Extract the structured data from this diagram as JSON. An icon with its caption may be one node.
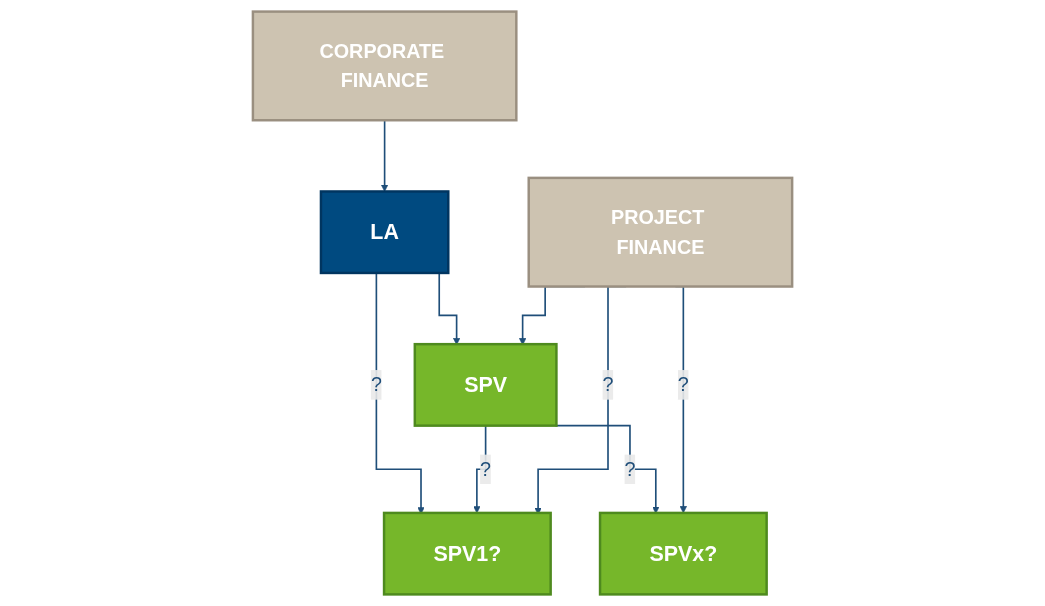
{
  "diagram": {
    "nodes": [
      {
        "text": [
          "LA"
        ]
      },
      {
        "text": [
          "CORPORATE FINANCE"
        ]
      },
      {
        "text": [
          "SPV"
        ]
      },
      {
        "text": [
          "PROJECT FINANCE"
        ]
      },
      {
        "text": [
          "SPV1?"
        ]
      },
      {
        "text": [
          "SPVx?"
        ]
      }
    ],
    "edges": [
      {
        "from": 1,
        "to": 0,
        "arrow": "to"
      },
      {
        "from": 0,
        "to": 2,
        "arrow": "to"
      },
      {
        "from": 3,
        "to": 2,
        "arrow": "to"
      },
      {
        "from": 0,
        "to": 4,
        "label": "?",
        "arrow": "to"
      },
      {
        "from": 2,
        "to": 4,
        "label": "?",
        "arrow": "to"
      },
      {
        "from": 2,
        "to": 5,
        "label": "?",
        "arrow": "to"
      },
      {
        "from": 3,
        "to": 5,
        "label": "?",
        "arrow": "to"
      },
      {
        "from": 3,
        "to": 4,
        "label": "?",
        "arrow": "to"
      }
    ]
  }
}
